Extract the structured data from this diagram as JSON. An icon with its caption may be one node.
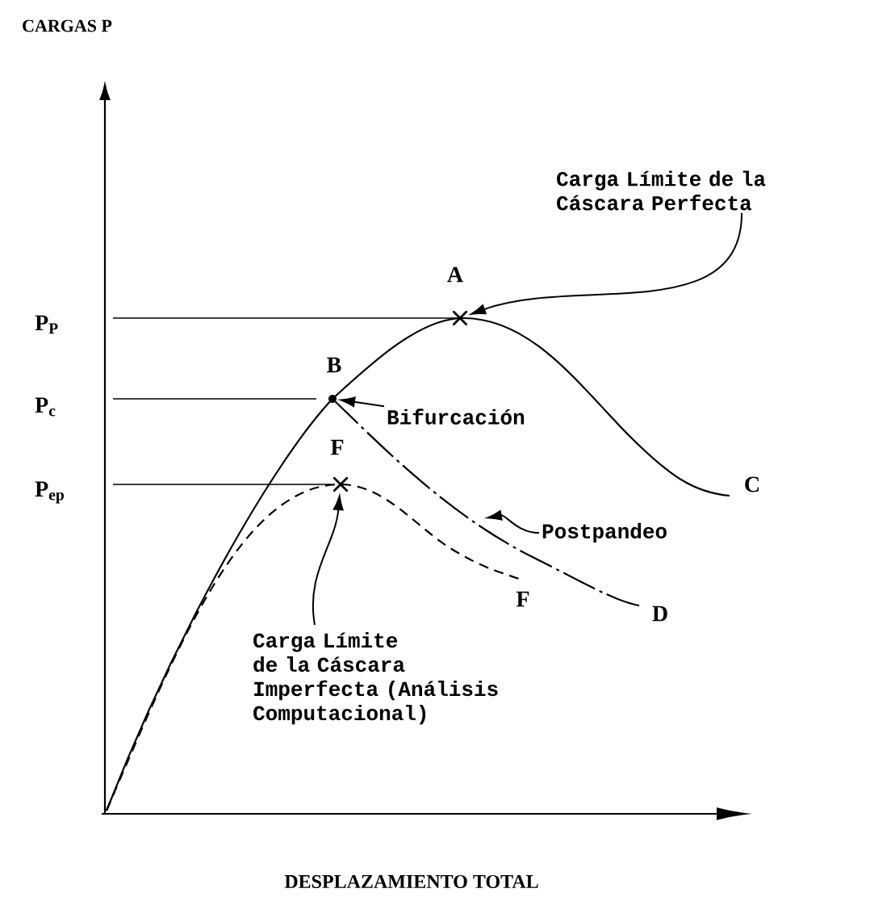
{
  "diagram": {
    "nodes": [
      {
        "text": [
          "Carga Límite de la Cáscara Perfecta"
        ]
      },
      {
        "text": [],
        "shape": "cross"
      },
      {
        "text": [
          "Bifurcación"
        ]
      },
      {
        "text": [],
        "shape": "dot"
      },
      {
        "text": [
          "Postpandeo"
        ]
      },
      {
        "text": [
          "Carga Límite de la Cáscara Imperfecta (Análisis Computacional)"
        ]
      },
      {
        "text": [],
        "shape": "cross"
      }
    ],
    "edges": [
      {
        "from": 0,
        "to": 1,
        "arrow": "to"
      },
      {
        "from": 2,
        "to": 3,
        "arrow": "to"
      },
      {
        "from": 4,
        "to": null,
        "arrow": "to"
      },
      {
        "from": 5,
        "to": 6,
        "arrow": "to"
      }
    ],
    "labels": [
      "CARGAS P",
      "P$_{P}$",
      "P$_{c}$",
      "P$_{ep}$",
      "A",
      "B",
      "F",
      "C",
      "D",
      "F",
      "DESPLAZAMIENTO TOTAL"
    ]
  }
}
